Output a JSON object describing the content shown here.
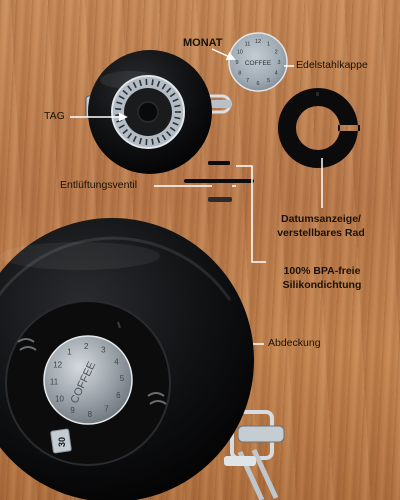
{
  "labels": {
    "monat": "MONAT",
    "edelstahlkappe": "Edelstahlkappe",
    "tag": "TAG",
    "entlueftungsventil": "Entlüftungsventil",
    "datumsanzeige_line1": "Datumsanzeige/",
    "datumsanzeige_line2": "verstellbares Rad",
    "silikon_line1": "100% BPA-freie",
    "silikon_line2": "Silikondichtung",
    "abdeckung": "Abdeckung"
  },
  "small_cap": {
    "brand": "COFFEE",
    "numbers": [
      "1",
      "2",
      "3",
      "4",
      "5",
      "6",
      "7",
      "8",
      "9",
      "10",
      "11",
      "12"
    ]
  },
  "big_cap": {
    "brand": "COFFEE",
    "numbers": [
      "1",
      "2",
      "3",
      "4",
      "5",
      "6",
      "7",
      "8",
      "9",
      "10",
      "11",
      "12"
    ]
  },
  "day_tab": "30",
  "colors": {
    "lid": "#0d0d0e",
    "steel": "#9aa6b0",
    "wood": "#b8784a",
    "arrow": "#ffffff"
  }
}
